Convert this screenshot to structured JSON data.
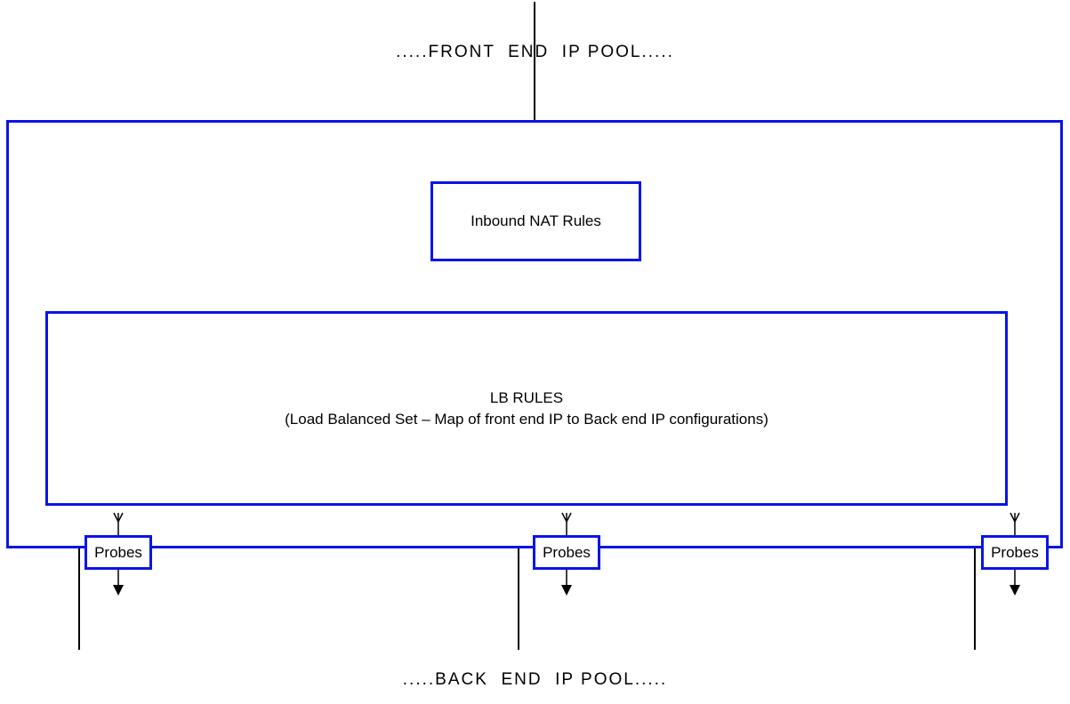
{
  "front_pool": {
    "label": ".....FRONT  END  IP POOL....."
  },
  "back_pool": {
    "label": ".....BACK  END  IP POOL....."
  },
  "nat_rules": {
    "label": "Inbound NAT Rules"
  },
  "lb_rules": {
    "title": "LB RULES",
    "subtitle": "(Load Balanced Set – Map of front end IP to Back end IP configurations)"
  },
  "probes": [
    {
      "label": "Probes"
    },
    {
      "label": "Probes"
    },
    {
      "label": "Probes"
    }
  ],
  "colors": {
    "box_border": "#0a14e6",
    "line": "#000000"
  }
}
